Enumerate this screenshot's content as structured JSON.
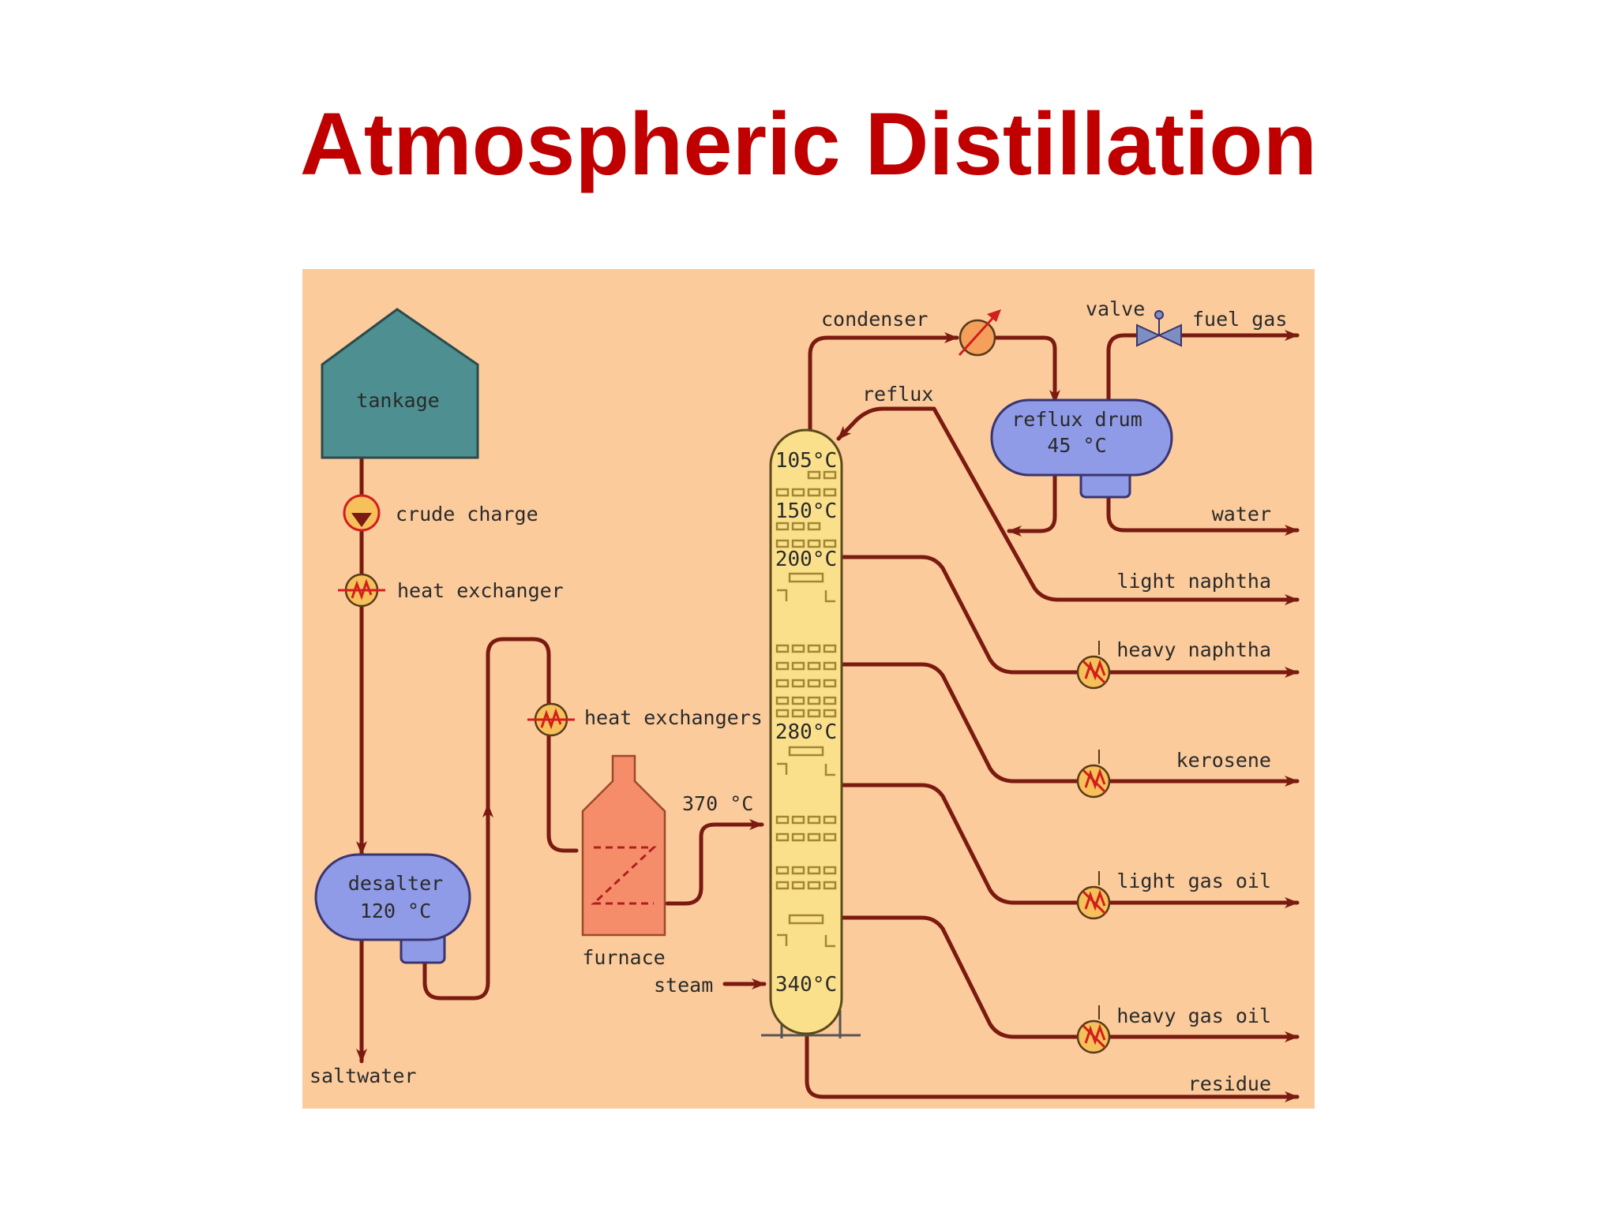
{
  "title": "Atmospheric Distillation",
  "diagram": {
    "labels": {
      "tankage": "tankage",
      "crude_charge": "crude charge",
      "heat_exchanger": "heat exchanger",
      "heat_exchangers": "heat exchangers",
      "desalter": "desalter",
      "desalter_temp": "120 °C",
      "saltwater": "saltwater",
      "furnace": "furnace",
      "furnace_temp": "370 °C",
      "steam": "steam",
      "condenser": "condenser",
      "valve": "valve",
      "fuel_gas": "fuel gas",
      "reflux": "reflux",
      "reflux_drum": "reflux drum",
      "reflux_drum_temp": "45 °C",
      "water": "water",
      "light_naphtha": "light naphtha",
      "heavy_naphtha": "heavy naphtha",
      "kerosene": "kerosene",
      "light_gas_oil": "light gas oil",
      "heavy_gas_oil": "heavy gas oil",
      "residue": "residue"
    },
    "column_temps": [
      "105°C",
      "150°C",
      "200°C",
      "280°C",
      "340°C"
    ],
    "colors": {
      "background": "#fbcb9c",
      "pipe": "#7a1a10",
      "tank": "#4e8f91",
      "vessel": "#8f9be6",
      "furnace": "#f58d6a",
      "column": "#fbe08c",
      "title": "#c00000"
    },
    "icons": [
      "pump-icon",
      "heat-exchanger-icon",
      "condenser-icon",
      "valve-icon"
    ]
  }
}
